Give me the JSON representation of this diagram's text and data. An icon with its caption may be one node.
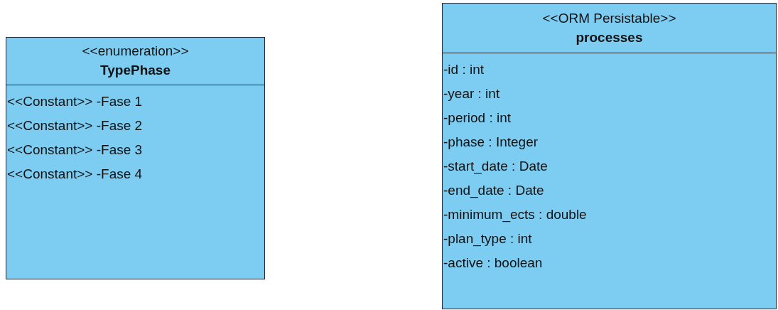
{
  "diagram": {
    "nodes": [
      {
        "text": [
          "<<enumeration>>",
          "TypePhase",
          "<<Constant>> -Fase 1",
          "<<Constant>> -Fase 2",
          "<<Constant>> -Fase 3",
          "<<Constant>> -Fase 4"
        ]
      },
      {
        "text": [
          "<<ORM Persistable>>",
          "processes",
          "-id : int",
          "-year : int",
          "-period : int",
          "-phase : Integer",
          "-start_date : Date",
          "-end_date : Date",
          "-minimum_ects : double",
          "-plan_type : int",
          "-active : boolean"
        ]
      }
    ],
    "edges": []
  }
}
